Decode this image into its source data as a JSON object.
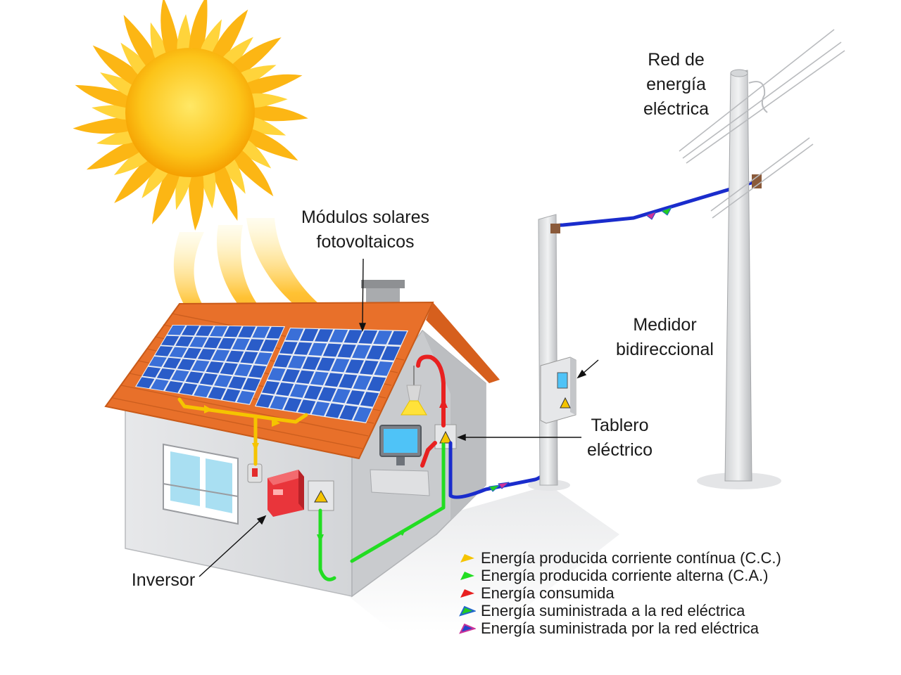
{
  "labels": {
    "grid": [
      "Red de",
      "energía",
      "eléctrica"
    ],
    "modules": [
      "Módulos solares",
      "fotovoltaicos"
    ],
    "meter": [
      "Medidor",
      "bidireccional"
    ],
    "board": [
      "Tablero",
      "eléctrico"
    ],
    "inverter": "Inversor"
  },
  "legend": [
    {
      "label": "Energía producida corriente contínua (C.C.)",
      "color": "#f5c400"
    },
    {
      "label": "Energía producida corriente alterna (C.A.)",
      "color": "#22dd22"
    },
    {
      "label": "Energía consumida",
      "color": "#e82020"
    },
    {
      "label": "Energía suministrada a la red eléctrica",
      "color": "#22cc22",
      "color2": "#2266cc"
    },
    {
      "label": "Energía suministrada por la red eléctrica",
      "color": "#2244cc",
      "color2": "#cc3399"
    }
  ],
  "colors": {
    "dc": "#f5c400",
    "ac": "#22dd22",
    "consumed": "#e82020",
    "grid_line": "#1a2ccc",
    "roof": "#e8702a",
    "panel": "#2a5cc8",
    "sun": "#fcc419"
  }
}
